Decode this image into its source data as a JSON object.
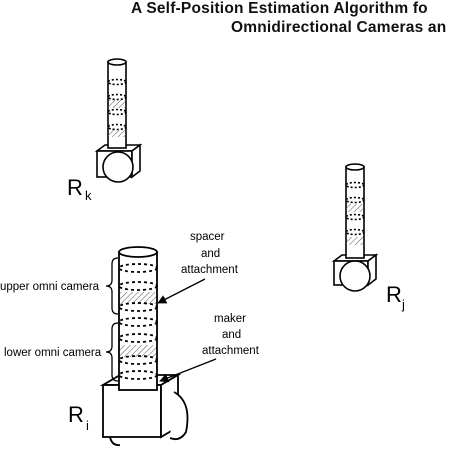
{
  "title": {
    "line1": "A Self-Position Estimation Algorithm fo",
    "line2": "Omnidirectional Cameras an"
  },
  "robots": [
    {
      "id": "k",
      "label": "R",
      "sub": "k"
    },
    {
      "id": "j",
      "label": "R",
      "sub": "j"
    },
    {
      "id": "i",
      "label": "R",
      "sub": "i"
    }
  ],
  "annotations": {
    "upper_camera": "upper omni camera",
    "lower_camera": "lower omni camera",
    "spacer": [
      "spacer",
      "and",
      "attachment"
    ],
    "maker": [
      "maker",
      "and",
      "attachment"
    ]
  }
}
